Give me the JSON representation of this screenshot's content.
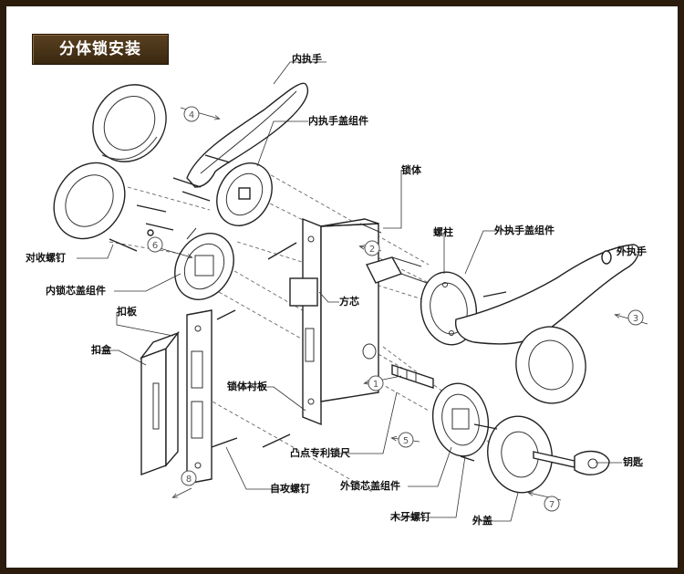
{
  "title": "分体锁安装",
  "labels": {
    "inner_handle": "内执手",
    "inner_handle_cover": "内执手盖组件",
    "lock_body": "锁体",
    "screw_post": "螺柱",
    "outer_handle_cover": "外执手盖组件",
    "outer_handle": "外执手",
    "counter_screw": "对收螺钉",
    "inner_core_cover": "内锁芯盖组件",
    "spindle": "方芯",
    "strike_plate": "扣板",
    "strike_box": "扣盒",
    "lock_liner": "锁体衬板",
    "convex_ruler": "凸点专利锁尺",
    "self_tapping_screw": "自攻螺钉",
    "outer_core_cover": "外锁芯盖组件",
    "wood_screw": "木牙螺钉",
    "outer_cover": "外盖",
    "key": "钥匙"
  },
  "steps": [
    "1",
    "2",
    "3",
    "4",
    "5",
    "6",
    "7",
    "8"
  ],
  "colors": {
    "frame": "#2b1c0c",
    "title_bg": "#4a3418",
    "title_text": "#ffffff",
    "line": "#222222"
  }
}
